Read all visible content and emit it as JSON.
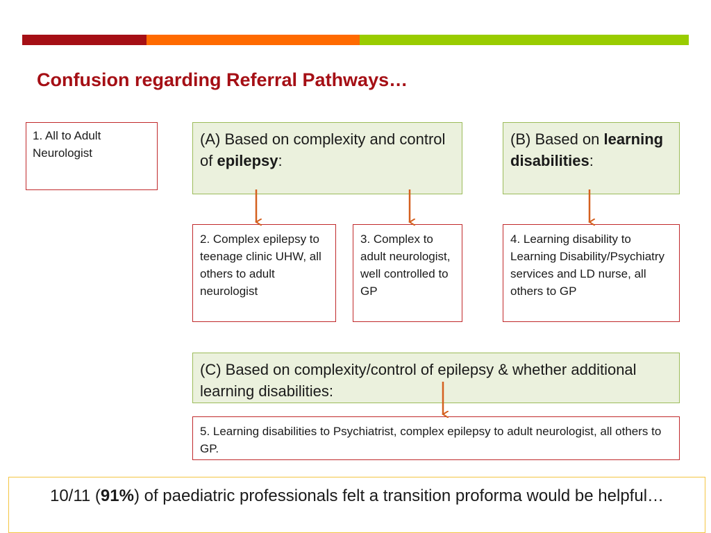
{
  "title": "Confusion regarding Referral Pathways…",
  "colors": {
    "bar_red": "#a50f15",
    "bar_orange": "#ff6a00",
    "bar_green": "#99cc00",
    "title": "#a50f15",
    "arrow": "#d4601f",
    "red_border": "#c0282a",
    "green_border": "#9bbb59",
    "green_fill": "#ebf1dd",
    "note_border": "#f4c542"
  },
  "box1": {
    "text": "1. All to Adult Neurologist"
  },
  "boxA": {
    "prefix": "(A) Based on complexity and control of ",
    "bold": "epilepsy",
    "suffix": ":"
  },
  "boxB": {
    "prefix": "(B) Based on ",
    "bold": "learning disabilities",
    "suffix": ":"
  },
  "box2": {
    "text": "2. Complex epilepsy to teenage clinic UHW, all others to adult neurologist"
  },
  "box3": {
    "text": "3. Complex to adult neurologist, well controlled to GP"
  },
  "box4": {
    "text": "4. Learning disability to Learning Disability/Psychiatry services and LD nurse, all others to GP"
  },
  "boxC": {
    "text": "(C) Based on complexity/control of epilepsy & whether additional learning disabilities:"
  },
  "box5": {
    "text": "5. Learning disabilities to Psychiatrist, complex epilepsy to adult neurologist, all others to GP."
  },
  "note": {
    "prefix": "10/11 (",
    "bold": "91%",
    "suffix": ") of paediatric professionals felt a transition proforma would be helpful…"
  },
  "arrows": [
    {
      "from": "boxA",
      "to": "box2"
    },
    {
      "from": "boxA",
      "to": "box3"
    },
    {
      "from": "boxB",
      "to": "box4"
    },
    {
      "from": "boxC",
      "to": "box5"
    }
  ]
}
